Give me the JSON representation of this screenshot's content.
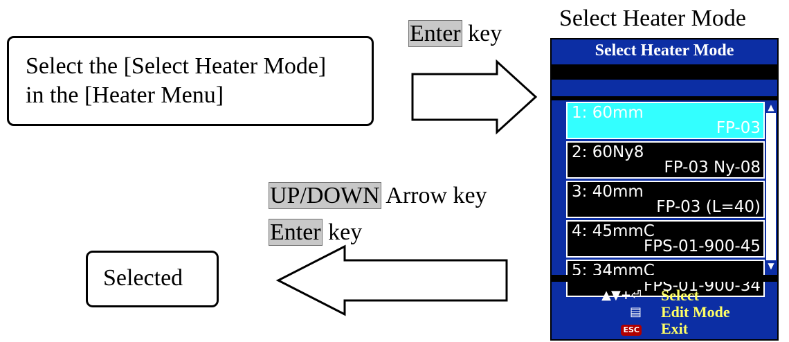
{
  "step_box": {
    "line1": "Select the [Select Heater Mode]",
    "line2": "in the [Heater Menu]"
  },
  "enter_instruction": {
    "key": "Enter",
    "suffix": " key"
  },
  "updown_instruction": {
    "key1": "UP/DOWN",
    "suffix1": " Arrow key",
    "key2": "Enter",
    "suffix2": " key"
  },
  "result_box": {
    "label": "Selected"
  },
  "screen_caption": "Select Heater Mode",
  "screen": {
    "title": "Select Heater Mode",
    "items": [
      {
        "line1": "1: 60mm",
        "line2": "FP-03",
        "selected": true
      },
      {
        "line1": "2: 60Ny8",
        "line2": "FP-03  Ny-08",
        "selected": false
      },
      {
        "line1": "3: 40mm",
        "line2": "FP-03  (L=40)",
        "selected": false
      },
      {
        "line1": "4: 45mmC",
        "line2": "FPS-01-900-45",
        "selected": false
      },
      {
        "line1": "5: 34mmC",
        "line2": "FPS-01-900-34",
        "selected": false
      }
    ],
    "legend": [
      {
        "icon": "up-down-enter-icon",
        "glyph": "▲▼+⏎",
        "label": "Select"
      },
      {
        "icon": "edit-mode-icon",
        "glyph": "▤",
        "label": "Edit Mode"
      },
      {
        "icon": "esc-key-icon",
        "glyph": "ESC",
        "label": "Exit"
      }
    ],
    "colors": {
      "background": "#0c2ea4",
      "selected_row": "#33ffff",
      "legend_text": "#ffff66"
    }
  }
}
